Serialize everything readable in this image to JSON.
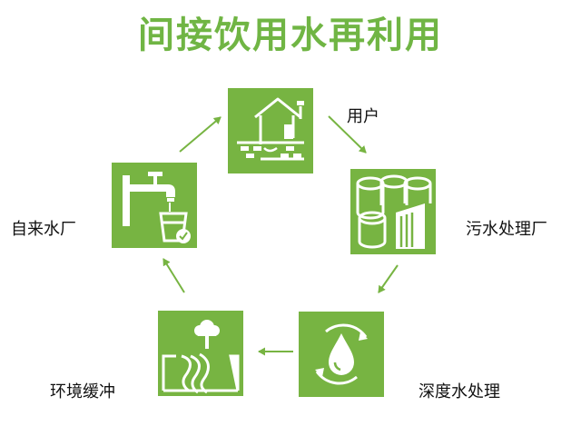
{
  "title": "间接饮用水再利用",
  "colors": {
    "title": "#70b544",
    "tile": "#77b442",
    "tile_icon": "#ffffff",
    "arrow": "#77b442"
  },
  "nodes": [
    {
      "id": "user",
      "label": "用户",
      "icon": "house-icon"
    },
    {
      "id": "sewage-plant",
      "label": "污水处理厂",
      "icon": "treatment-tanks-icon"
    },
    {
      "id": "advanced-treatment",
      "label": "深度水处理",
      "icon": "water-drop-cycle-icon"
    },
    {
      "id": "environmental-buffer",
      "label": "环境缓冲",
      "icon": "river-tree-icon"
    },
    {
      "id": "water-works",
      "label": "自来水厂",
      "icon": "faucet-glass-icon"
    }
  ],
  "cycle": [
    "user -> sewage-plant",
    "sewage-plant -> advanced-treatment",
    "advanced-treatment -> environmental-buffer",
    "environmental-buffer -> water-works",
    "water-works -> user"
  ]
}
